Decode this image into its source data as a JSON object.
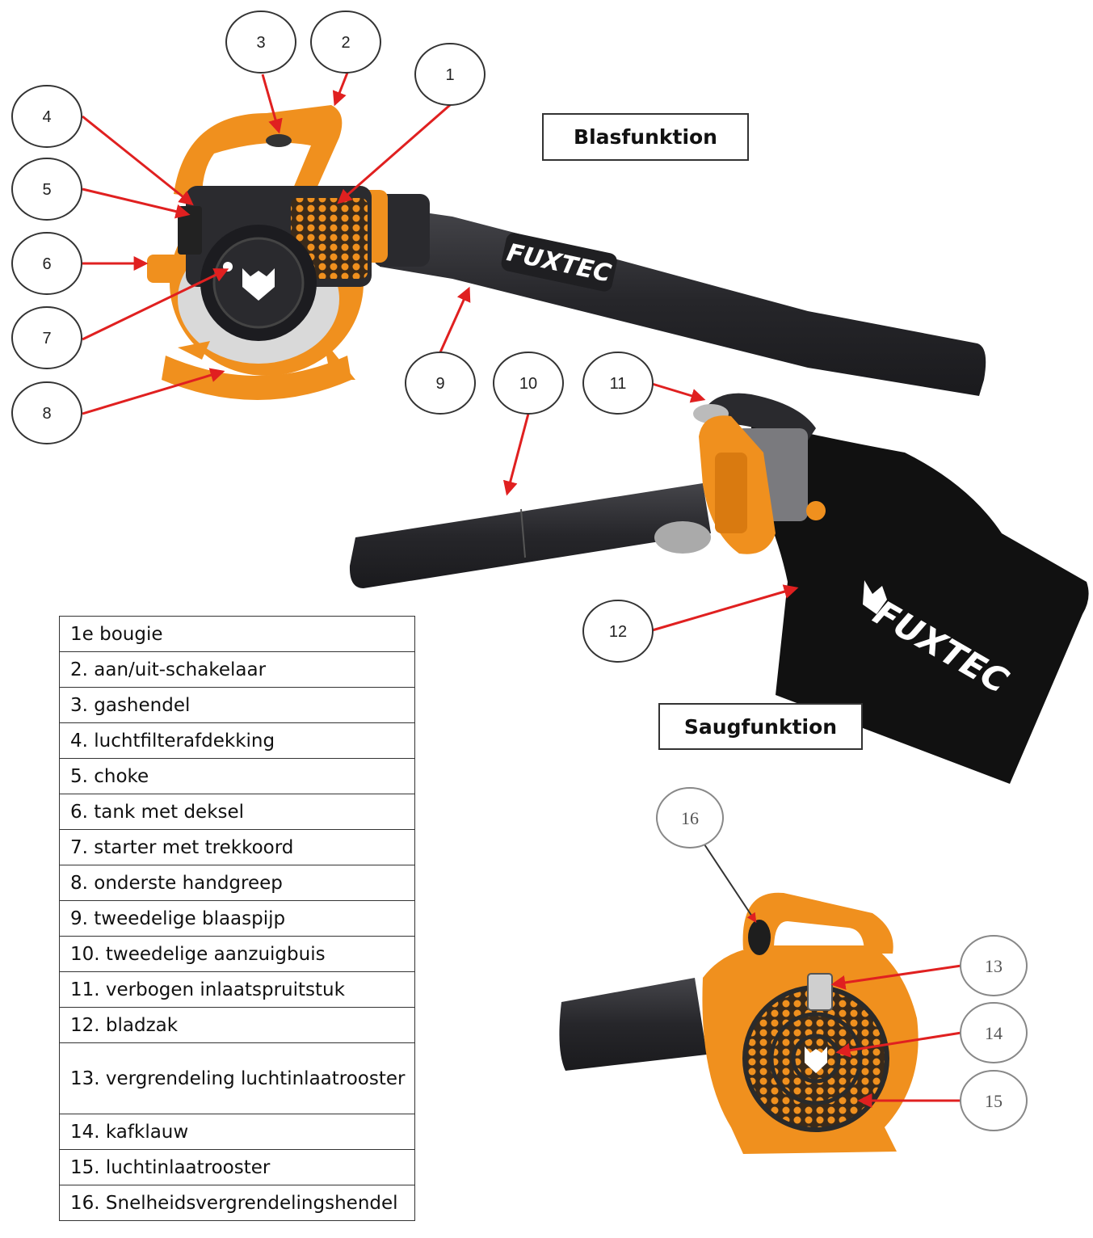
{
  "labels": {
    "blow_mode": "Blasfunktion",
    "suction_mode": "Saugfunktion"
  },
  "brand": {
    "name": "FUXTEC"
  },
  "callouts": [
    "1",
    "2",
    "3",
    "4",
    "5",
    "6",
    "7",
    "8",
    "9",
    "10",
    "11",
    "12",
    "13",
    "14",
    "15",
    "16"
  ],
  "legend": [
    "1e bougie",
    "2. aan/uit-schakelaar",
    "3. gashendel",
    "4. luchtfilterafdekking",
    "5. choke",
    "6. tank met deksel",
    "7. starter met trekkoord",
    "8. onderste handgreep",
    "9. tweedelige blaaspijp",
    "10. tweedelige aanzuigbuis",
    "11. verbogen inlaatspruitstuk",
    "12. bladzak",
    "13. vergrendeling luchtinlaatrooster",
    "14. kafklauw",
    "15. luchtinlaatrooster",
    "16. Snelheidsvergrendelingshendel"
  ],
  "colors": {
    "housing_orange": "#F0901E",
    "tube_black": "#2a2a2e",
    "arrow_red": "#E02020",
    "bag_black": "#111111"
  }
}
